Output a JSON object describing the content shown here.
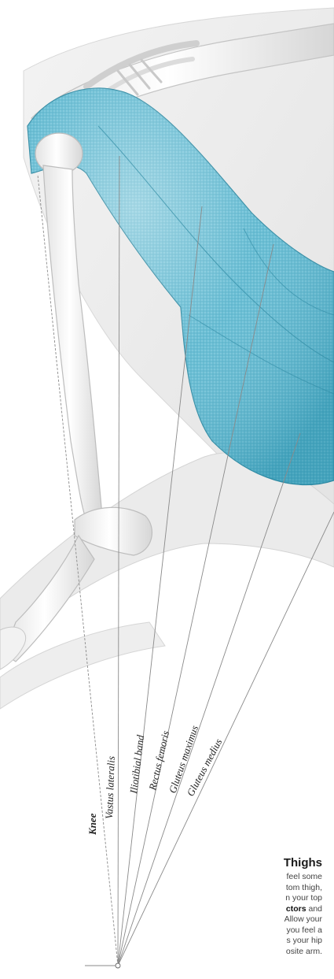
{
  "labels": [
    {
      "id": "knee",
      "text": "Knee",
      "bold": true
    },
    {
      "id": "vastus-lateralis",
      "text": "Vastus lateralis",
      "bold": false
    },
    {
      "id": "iliotibial-band",
      "text": "Iliotibial band",
      "bold": false
    },
    {
      "id": "rectus-femoris",
      "text": "Rectus femoris",
      "bold": false
    },
    {
      "id": "gluteus-maximus",
      "text": "Gluteus maximus",
      "bold": false
    },
    {
      "id": "gluteus-medius",
      "text": "Gluteus medius",
      "bold": false
    }
  ],
  "caption": {
    "title": "Thighs",
    "lines": [
      [
        {
          "t": "feel some",
          "b": false
        }
      ],
      [
        {
          "t": "tom thigh,",
          "b": false
        }
      ],
      [
        {
          "t": "n your top",
          "b": false
        }
      ],
      [
        {
          "t": "ctors",
          "b": true
        },
        {
          "t": " and",
          "b": false
        }
      ],
      [
        {
          "t": "Allow your",
          "b": false
        }
      ],
      [
        {
          "t": "you feel a",
          "b": false
        }
      ],
      [
        {
          "t": "s your hip",
          "b": false
        }
      ],
      [
        {
          "t": "osite arm.",
          "b": false
        }
      ]
    ]
  },
  "colors": {
    "muscle": "#5bb8d0",
    "muscle_light": "#a9e2ee",
    "bone": "#f4f4f4",
    "bone_outline": "#c8c8c8",
    "leader_line": "#8a8a8a"
  }
}
